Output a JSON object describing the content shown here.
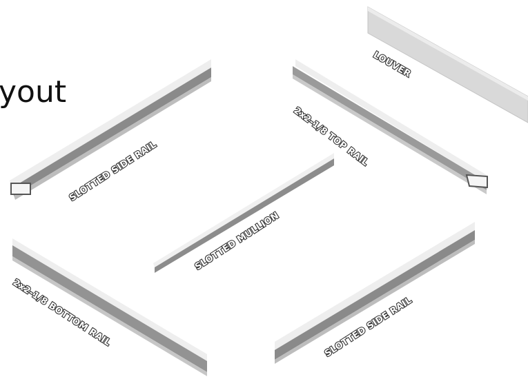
{
  "slide": {
    "title_fragment": "yout"
  },
  "parts": {
    "louver": "LOUVER",
    "top_rail": "2x2-1/8 TOP RAIL",
    "side_rail_left": "SLOTTED SIDE RAIL",
    "mullion": "SLOTTED MULLION",
    "bottom_rail": "2x2-1/8 BOTTOM RAIL",
    "side_rail_right": "SLOTTED SIDE RAIL"
  },
  "colors": {
    "face_light": "#e9e9e9",
    "face_mid": "#b8b8b8",
    "face_dark": "#7a7a7a",
    "label_outline": "#333333"
  }
}
